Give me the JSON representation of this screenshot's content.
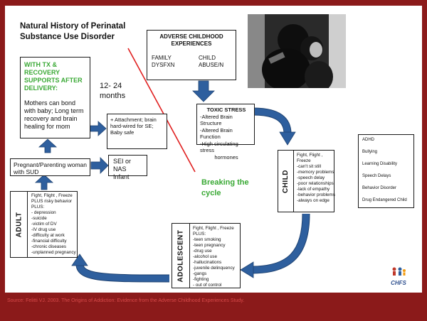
{
  "title": "Natural History of Perinatal Substance Use Disorder",
  "green_box": {
    "heading": "WITH TX & RECOVERY SUPPORTS AFTER DELIVERY:",
    "text": "Mothers can bond with baby; Long term recovery and brain healing for mom"
  },
  "months_label": "12- 24 months",
  "attachment_box": "+ Attachment; brain hard-wired for SE; Baby safe",
  "aces": {
    "title": "ADVERSE CHILDHOOD EXPERIENCES",
    "left": "FAMILY DYSFXN",
    "right": "CHILD ABUSE/N"
  },
  "toxic_stress": {
    "title": "TOXIC STRESS",
    "items": [
      "-Altered Brain Structure",
      "-Altered Brain Function",
      "-High circulating stress",
      "hormones"
    ]
  },
  "pregnant_box": "Pregnant/Parenting woman with SUD",
  "sei_box": "SEI  or NAS Infant",
  "breaking_cycle": "Breaking the cycle",
  "child": {
    "label": "CHILD",
    "text": "Fight, Flight , Freeze\n-can't sit still\n-memory problems\n-speech delay\n-poor relationships\n-lack of empathy\n-behavior problems\n-always on edge"
  },
  "outcomes": [
    "ADHD",
    "Bullying",
    "Learning Disability",
    "Speech Delays",
    "Behavior Disorder",
    "Drug Endangered Child"
  ],
  "adult": {
    "label": "ADULT",
    "text": "Fight, Flight , Freeze\nPLUS risky behavior\nPLUS:\n- depression\n-suicide\n-victim of DV\n-IV drug use\n-difficulty at work\n-financial difficulty\n-chronic diseases\n-unplanned pregnancy"
  },
  "adolescent": {
    "label": "ADOLESCENT",
    "text": "Fight, Flight , Freeze\nPLUS:\n-teen smoking\n-teen pregnancy\n-drug use\n-alcohol use\n-hallucinations\n-juvenile delinquency\n-gangs\n-fighting\n- out of control"
  },
  "logo_text": "CHFS",
  "footer": "Source: Felitti VJ. 2003. The Origins of Addiction: Evidence from the Adverse Childhood Experiences Study.",
  "colors": {
    "frame": "#8b1a1a",
    "arrow": "#2e5f9e",
    "green": "#3aa935",
    "red_line": "#e02020"
  }
}
